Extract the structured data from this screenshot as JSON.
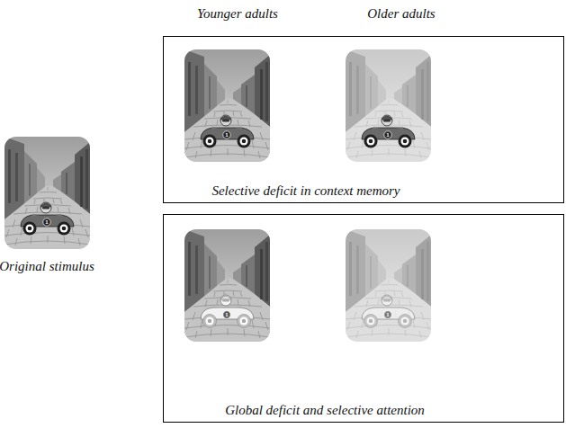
{
  "diagram": {
    "nodes": [
      {
        "text": [
          "Selective deficit in context memory"
        ]
      },
      {
        "text": [
          "Global deficit and selective attention"
        ]
      }
    ],
    "labels": [
      "Younger adults",
      "Older adults",
      "Original stimulus",
      "1",
      "1",
      "1",
      "1",
      "1"
    ]
  }
}
